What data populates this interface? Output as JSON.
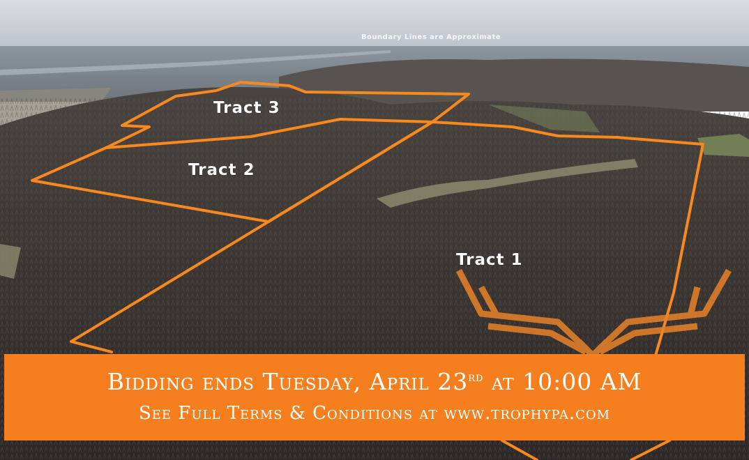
{
  "overlay_note": "Boundary Lines are Approximate",
  "tracts": [
    {
      "label": "Tract 3"
    },
    {
      "label": "Tract 2"
    },
    {
      "label": "Tract 1"
    }
  ],
  "banner": {
    "line1_before": "Bidding ends Tuesday, April 23",
    "line1_superscript": "rd",
    "line1_after": " at 10:00 AM",
    "line2": "See Full Terms & Conditions at www.trophypa.com"
  },
  "colors": {
    "boundary": "#f7891f",
    "banner": "#f57f1f",
    "logo": "#e8832a"
  },
  "icons": [
    "antler-logo-icon"
  ]
}
